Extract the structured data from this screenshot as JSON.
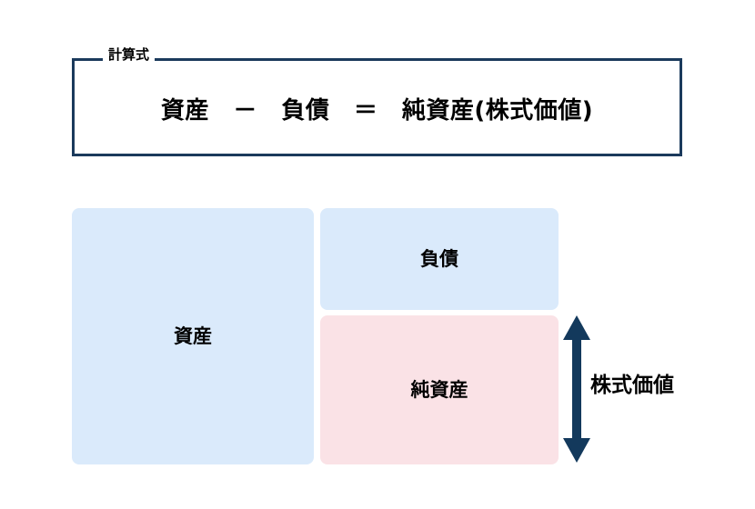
{
  "diagram": {
    "title_text": "資産 － 負債 ＝ 純資産(株式価値)",
    "formula_panel": {
      "legend": "計算式",
      "expression": "資産　－　負債　＝　純資産(株式価値)",
      "terms": [
        "資産",
        "－",
        "負債",
        "＝",
        "純資産(株式価値)"
      ],
      "border_color": "#1b3a5c"
    },
    "balance_sheet": {
      "boxes": [
        {
          "key": "assets",
          "label": "資産",
          "fill": "#daeafb"
        },
        {
          "key": "liabilities",
          "label": "負債",
          "fill": "#daeafb"
        },
        {
          "key": "net_assets",
          "label": "純資産",
          "fill": "#fae2e6"
        }
      ]
    },
    "annotation": {
      "label": "株式価値",
      "arrow_icon": "double-headed-vertical-arrow-icon",
      "arrow_color": "#13395c"
    }
  }
}
